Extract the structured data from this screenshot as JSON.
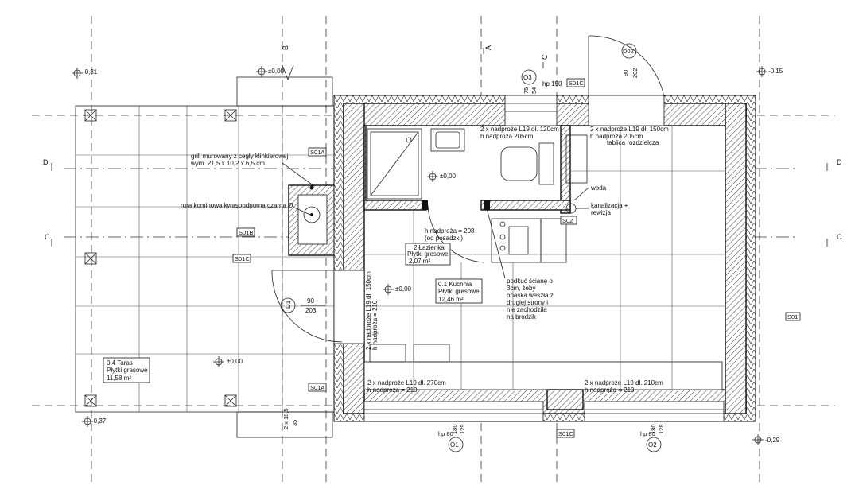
{
  "levels": {
    "top_left": "-0,31",
    "top_right": "-0,15",
    "bottom_left": "-0,37",
    "bottom_right": "-0,29",
    "grill_top": "±0,00",
    "bathroom": "±0,00",
    "kitchen": "±0,00",
    "terrace": "±0,00"
  },
  "section_marks": {
    "a": "A",
    "b": "B",
    "c": "C",
    "d": "D"
  },
  "room_tags": {
    "s01a_1": "S01A",
    "s01b": "S01B",
    "s01c_1": "S01C",
    "s01a_2": "S01A",
    "s01c_top": "S01C",
    "s01c_bottom": "S01C",
    "s02": "S02",
    "s01": "S01"
  },
  "openings": {
    "o3": "O3",
    "o1": "O1",
    "o2": "O2",
    "d1": "D1",
    "d02": "D02",
    "hp150_top": "hp 150",
    "hp_o1": "hp 80",
    "hp_o2": "hp 80",
    "o3_dim_a": "75",
    "o3_dim_b": "54",
    "d02_dim_a": "90",
    "d02_dim_b": "202",
    "d1_dim_a": "90",
    "d1_dim_b": "203",
    "o1_dim_a": "180",
    "o1_dim_b": "129",
    "o2_dim_a": "180",
    "o2_dim_b": "128",
    "step_a": "2 x 18,5",
    "step_b": "35"
  },
  "rooms": {
    "kitchen_name": "0.1 Kuchnia",
    "kitchen_floor": "Płytki gresowe",
    "kitchen_area": "12,46 m²",
    "bath_name": "2 Łazienka",
    "bath_floor": "Płytki gresowe",
    "bath_area": "2,07 m²",
    "terrace_name": "0.4 Taras",
    "terrace_floor": "Płytki gresowe",
    "terrace_area": "11,58 m²"
  },
  "notes": {
    "grill_1": "grill murowany z cegły klinkierowej",
    "grill_2": "wym. 21,5 x 10,2 x 6,5 cm",
    "chimney": "rura kominowa kwasoodporna czarna Ø",
    "lintel_top1_a": "2 x nadproże L19 dł. 120cm",
    "lintel_top1_b": "h nadproża 205cm",
    "lintel_top2_a": "2 x nadproże L19 dł. 150cm",
    "lintel_top2_b": "h nadproża 205cm",
    "panel": "tablica rozdzielcza",
    "water": "woda",
    "sewer_a": "kanalizacja +",
    "sewer_b": "rewizja",
    "bath_lintel_a": "h nadproża = 208",
    "bath_lintel_b": "(od posadzki)",
    "wall_lintel_a": "2 x nadproże L19 dł. 150cm",
    "wall_lintel_b": "h nadproża = 210",
    "cut_1": "podkuć ścianę o",
    "cut_2": "3cm, żeby",
    "cut_3": "opaska weszła z",
    "cut_4": "drugiej strony i",
    "cut_5": "nie zachodziła",
    "cut_6": "na brodzik",
    "bottom_lintel1_a": "2 x nadproże L19 dł. 270cm",
    "bottom_lintel1_b": "h nadproża = 210",
    "bottom_lintel2_a": "2 x nadproże L19 dł. 210cm",
    "bottom_lintel2_b": "h nadproża = 210"
  }
}
